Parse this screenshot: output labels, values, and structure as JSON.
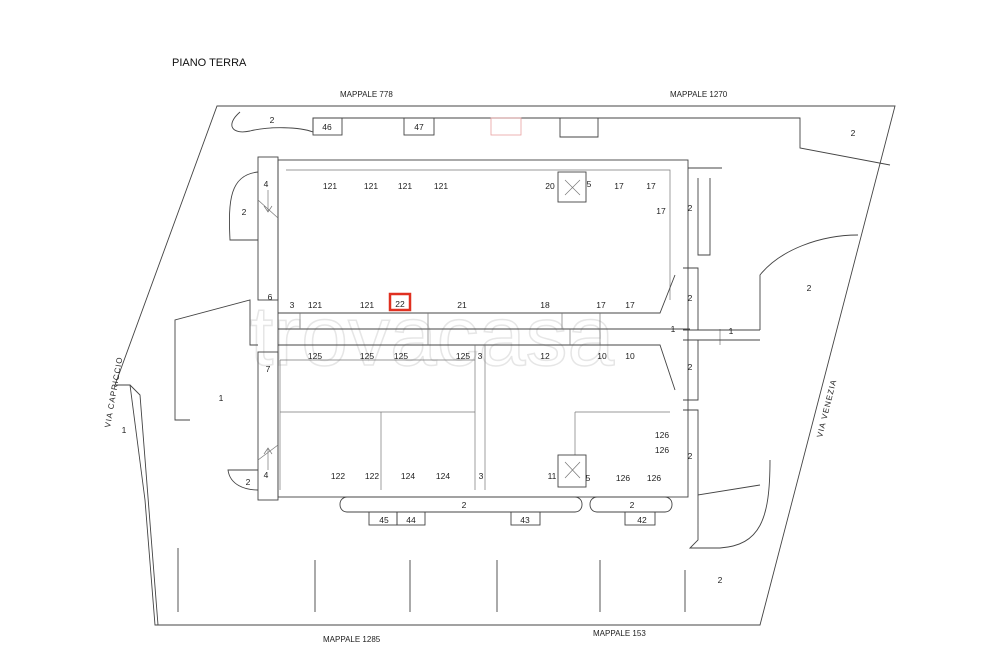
{
  "title": "PIANO TERRA",
  "neighbors": {
    "north_left": "MAPPALE 778",
    "north_right": "MAPPALE 1270",
    "south_left": "MAPPALE 1285",
    "south_right": "MAPPALE 153"
  },
  "streets": {
    "west": "VIA CAPRICCIO",
    "east": "VIA VENEZIA"
  },
  "watermark": "trovacasa",
  "highlight": {
    "label": "22",
    "color": "#e03020"
  },
  "labels": [
    "2",
    "46",
    "47",
    "2",
    "4",
    "2",
    "121",
    "121",
    "121",
    "121",
    "20",
    "5",
    "17",
    "17",
    "17",
    "2",
    "2",
    "2",
    "6",
    "3",
    "121",
    "121",
    "21",
    "18",
    "17",
    "17",
    "1",
    "1",
    "125",
    "125",
    "125",
    "125",
    "3",
    "12",
    "10",
    "10",
    "2",
    "7",
    "1",
    "1",
    "126",
    "126",
    "2",
    "2",
    "4",
    "122",
    "122",
    "124",
    "124",
    "3",
    "11",
    "5",
    "126",
    "126",
    "2",
    "2",
    "45",
    "44",
    "43",
    "42",
    "2"
  ]
}
